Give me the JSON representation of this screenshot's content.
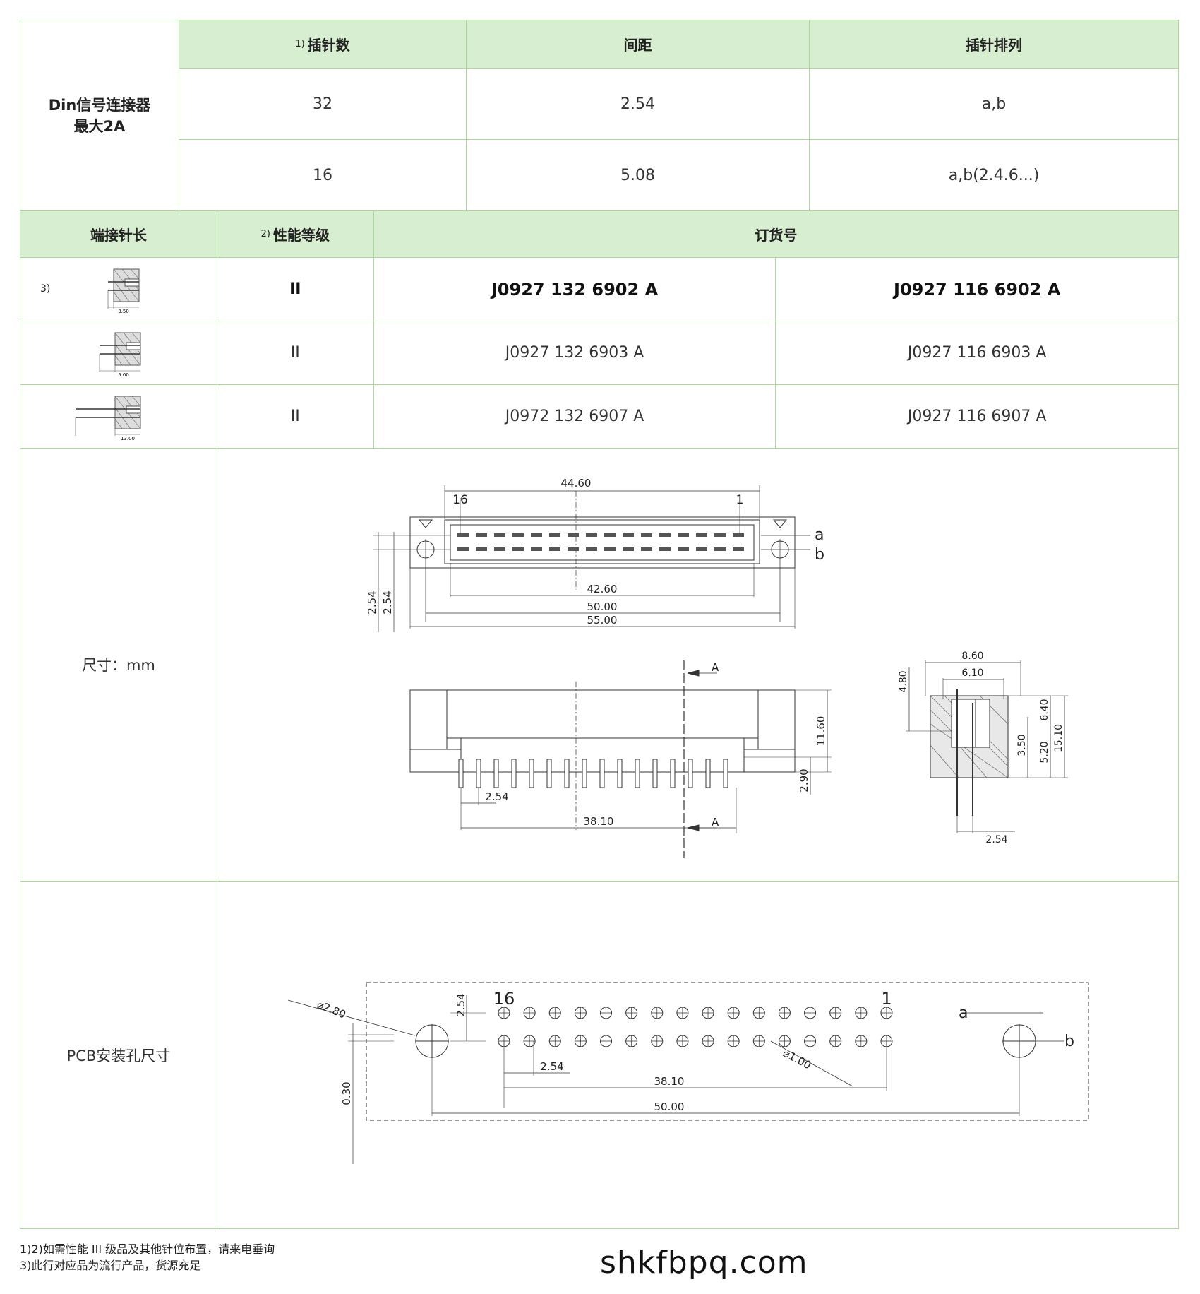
{
  "product": {
    "title_line1": "Din信号连接器",
    "title_line2": "最大2A"
  },
  "spec_table": {
    "headers": [
      {
        "sup": "1)",
        "label": "插针数"
      },
      {
        "sup": "",
        "label": "间距"
      },
      {
        "sup": "",
        "label": "插针排列"
      }
    ],
    "rows": [
      [
        "32",
        "2.54",
        "a,b"
      ],
      [
        "16",
        "5.08",
        "a,b(2.4.6...)"
      ]
    ]
  },
  "order_table": {
    "headers": [
      {
        "sup": "",
        "label": "端接针长"
      },
      {
        "sup": "2)",
        "label": "性能等级"
      },
      {
        "sup": "",
        "label": "订货号"
      }
    ],
    "rows": [
      {
        "note": "3)",
        "pin_len": "3.50",
        "grade": "II",
        "code_32": "J0927 132 6902 A",
        "code_16": "J0927 116 6902 A"
      },
      {
        "note": "",
        "pin_len": "5.00",
        "grade": "II",
        "code_32": "J0927 132 6903 A",
        "code_16": "J0927 116 6903 A"
      },
      {
        "note": "",
        "pin_len": "13.00",
        "grade": "II",
        "code_32": "J0972 132 6907 A",
        "code_16": "J0927 116 6907 A"
      }
    ]
  },
  "dimension_section": {
    "label": "尺寸：mm",
    "front_view": {
      "d_total": "44.60",
      "pin_left": "16",
      "pin_right": "1",
      "row_a": "a",
      "row_b": "b",
      "d_inner": "42.60",
      "d_holes": "50.00",
      "d_body": "55.00",
      "d_v1": "2.54",
      "d_v2": "2.54"
    },
    "side_view": {
      "section": "A",
      "d_height": "11.60",
      "d_stand": "2.90",
      "d_pitch": "2.54",
      "d_span": "38.10"
    },
    "end_view": {
      "d_w1": "8.60",
      "d_w2": "6.10",
      "d_h1": "4.80",
      "d_h2": "6.40",
      "d_h3": "5.20",
      "d_h4": "3.50",
      "d_h5": "15.10",
      "d_pitch": "2.54"
    }
  },
  "pcb_section": {
    "label": "PCB安装孔尺寸",
    "d_mount_hole": "⌀2.80",
    "d_pitch_v": "2.54",
    "pin_left": "16",
    "pin_right": "1",
    "row_a": "a",
    "row_b": "b",
    "d_pin_hole": "⌀1.00",
    "d_pitch": "2.54",
    "d_span": "38.10",
    "d_holes": "50.00",
    "d_offset": "0.30"
  },
  "footnotes": [
    "1)2)如需性能 III 级品及其他针位布置，请来电垂询",
    "3)此行对应品为流行产品，货源充足"
  ],
  "website": "shkfbpq.com"
}
